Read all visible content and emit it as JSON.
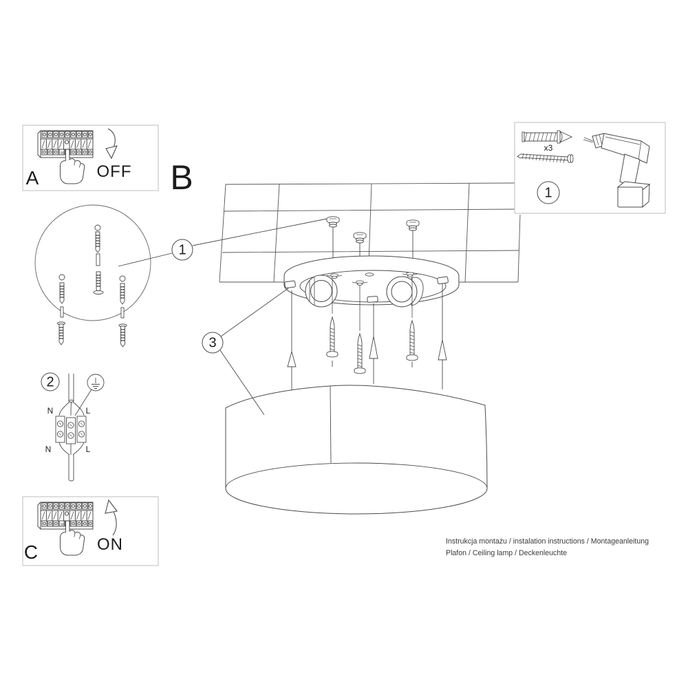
{
  "document": {
    "footer_line1": "Instrukcja montażu / instalation instructions / Montageanleitung",
    "footer_line2": "Plafon / Ceiling lamp / Deckenleuchte"
  },
  "steps": {
    "a": "A",
    "b": "B",
    "c": "C"
  },
  "switch_labels": {
    "off": "OFF",
    "on": "ON"
  },
  "callouts": {
    "drill_plugs": "1",
    "parts_box": "1",
    "wiring": "2",
    "shade": "3"
  },
  "parts": {
    "plug_quantity": "x3"
  },
  "wiring_labels": {
    "top_neutral": "N",
    "top_live": "L",
    "bottom_neutral": "N",
    "bottom_live": "L"
  },
  "colors": {
    "line": "#4a4a4a",
    "panel_border": "#bdbdbd",
    "text": "#1c1c1c",
    "background": "#ffffff"
  }
}
